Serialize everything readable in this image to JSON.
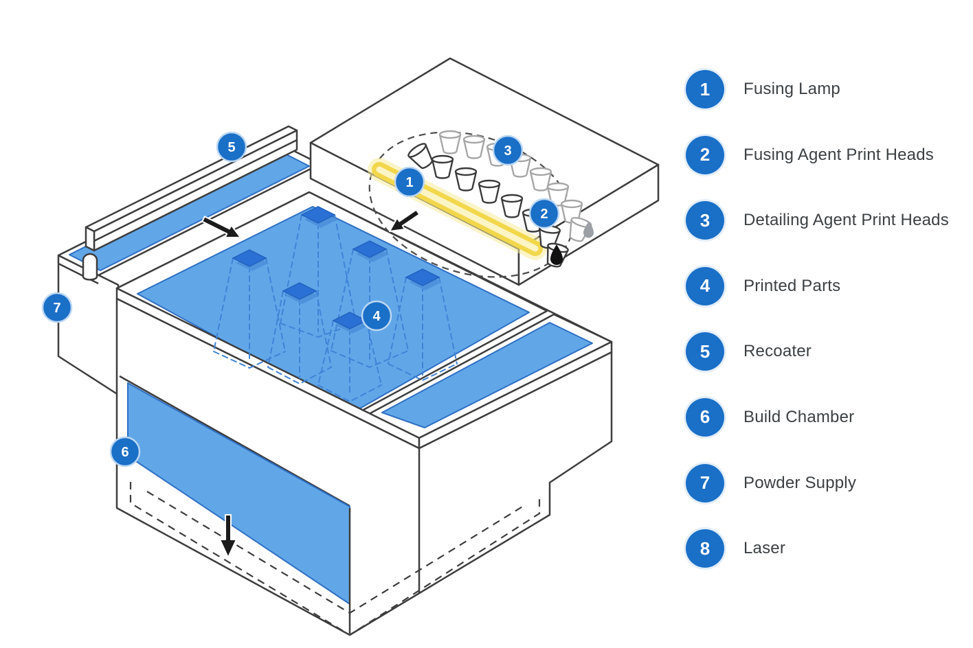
{
  "colors": {
    "badge_blue": "#1A6FC7",
    "platform_blue": "#61A7E8",
    "printed_part_blue": "#2B70D4",
    "lamp_yellow": "#F2D74B",
    "outline_grey": "#3D3D3D",
    "projection_dash_blue": "#3F83D6",
    "legend_text": "#3C4043"
  },
  "legend": {
    "items": [
      {
        "number": "1",
        "label": "Fusing Lamp"
      },
      {
        "number": "2",
        "label": "Fusing Agent Print Heads"
      },
      {
        "number": "3",
        "label": "Detailing Agent Print Heads"
      },
      {
        "number": "4",
        "label": "Printed Parts"
      },
      {
        "number": "5",
        "label": "Recoater"
      },
      {
        "number": "6",
        "label": "Build Chamber"
      },
      {
        "number": "7",
        "label": "Powder Supply"
      },
      {
        "number": "8",
        "label": "Laser"
      }
    ]
  },
  "diagram": {
    "badges": [
      {
        "number": "1"
      },
      {
        "number": "2"
      },
      {
        "number": "3"
      },
      {
        "number": "4"
      },
      {
        "number": "5"
      },
      {
        "number": "6"
      },
      {
        "number": "7"
      }
    ]
  }
}
